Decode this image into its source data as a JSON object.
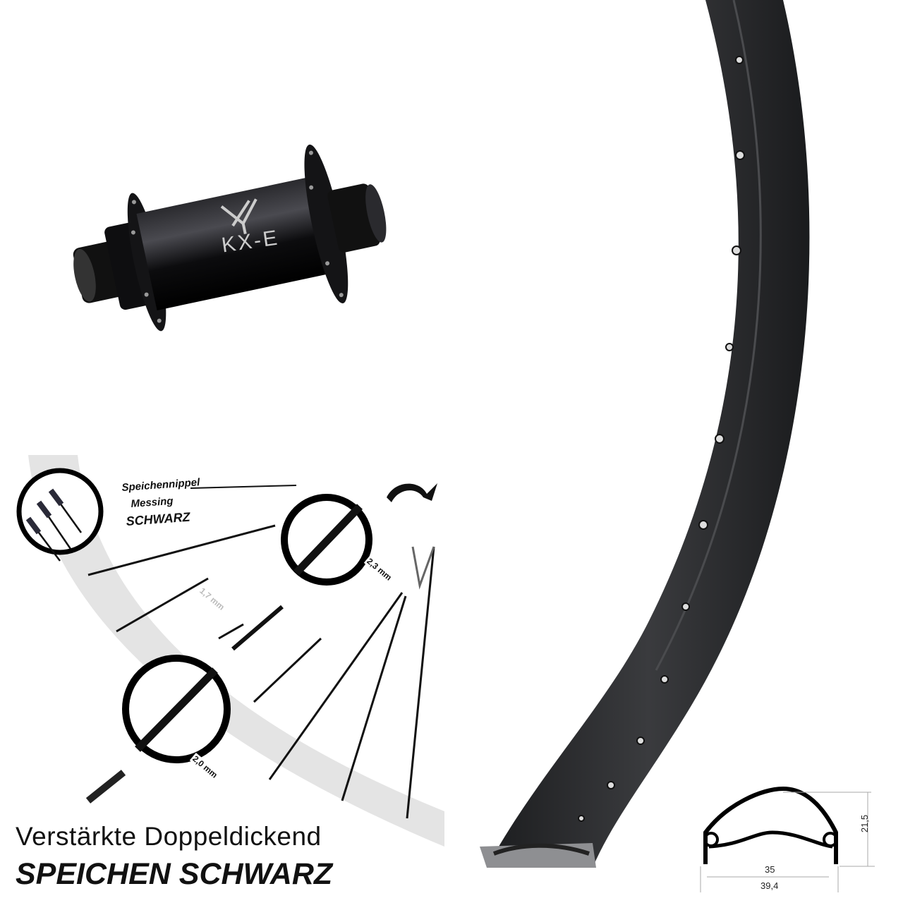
{
  "hub": {
    "label": "KX-E"
  },
  "spokes": {
    "nipple_line1": "Speichennippel",
    "nipple_line2": "Messing",
    "nipple_line3": "SCHWARZ",
    "diameters": [
      "2,3 mm",
      "1,7 mm",
      "2,0 mm"
    ]
  },
  "rim_profile": {
    "height": "21,5",
    "inner_width": "35",
    "outer_width": "39,4"
  },
  "headline": {
    "line1": "Verstärkte Doppeldickend",
    "line2": "SPEICHEN SCHWARZ"
  },
  "colors": {
    "rim": "#2b2c2e",
    "hub": "#0d0d0f",
    "arc": "#e4e4e4"
  }
}
